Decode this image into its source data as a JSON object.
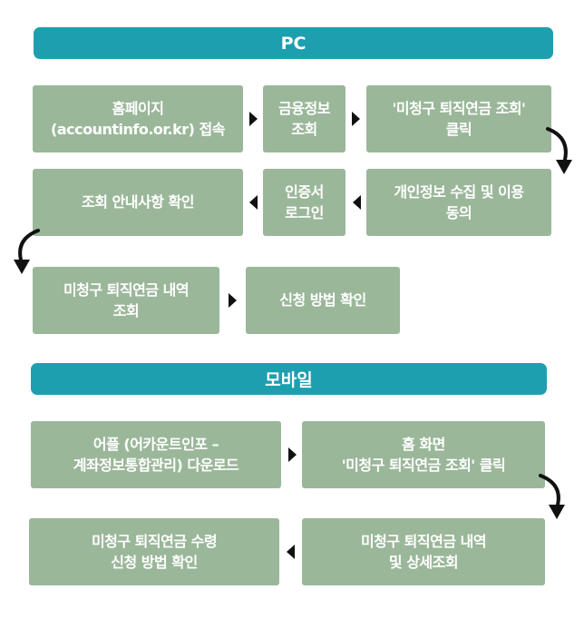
{
  "sections": {
    "pc": {
      "title": "PC",
      "steps": {
        "s1": [
          "홈페이지",
          "(accountinfo.or.kr) 접속"
        ],
        "s2": [
          "금융정보",
          "조회"
        ],
        "s3": [
          "'미청구 퇴직연금 조회'",
          "클릭"
        ],
        "s4": [
          "개인정보 수집 및 이용",
          "동의"
        ],
        "s5": [
          "인증서",
          "로그인"
        ],
        "s6": [
          "조회 안내사항 확인"
        ],
        "s7": [
          "미청구 퇴직연금 내역",
          "조회"
        ],
        "s8": [
          "신청 방법 확인"
        ]
      }
    },
    "mobile": {
      "title": "모바일",
      "steps": {
        "s1": [
          "어플 (어카운트인포 –",
          "계좌정보통합관리) 다운로드"
        ],
        "s2": [
          "홈 화면",
          "'미청구 퇴직연금 조회' 클릭"
        ],
        "s3": [
          "미청구 퇴직연금 내역",
          "및 상세조회"
        ],
        "s4": [
          "미청구 퇴직연금 수령",
          "신청 방법 확인"
        ]
      }
    }
  },
  "colors": {
    "header": "#1e9fb0",
    "step_box": "#9bb79a",
    "arrow": "#111111"
  }
}
